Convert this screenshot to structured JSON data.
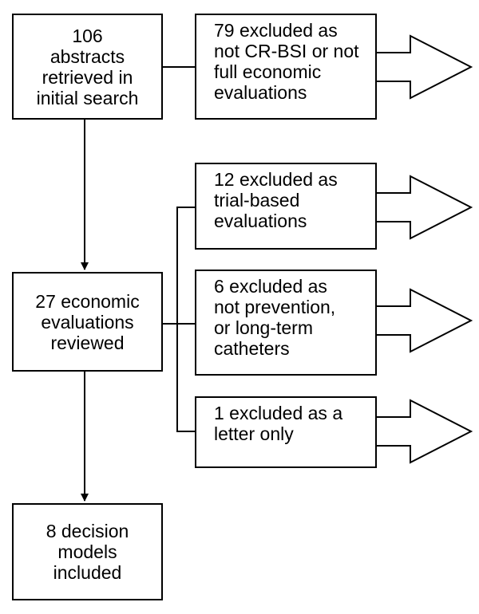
{
  "flowchart": {
    "box_initial_search": {
      "lines": [
        "106",
        "abstracts",
        "retrieved in",
        "initial search"
      ]
    },
    "box_reviewed": {
      "lines": [
        "27 economic",
        "evaluations",
        "reviewed"
      ]
    },
    "box_included": {
      "lines": [
        "8 decision",
        "models",
        "included"
      ]
    },
    "box_excl_not_crbsi": {
      "lines": [
        "79 excluded as",
        "not CR-BSI or not",
        "full economic",
        "evaluations"
      ]
    },
    "box_excl_trial": {
      "lines": [
        "12 excluded as",
        "trial-based",
        "evaluations"
      ]
    },
    "box_excl_not_prevention": {
      "lines": [
        "6 excluded as",
        "not prevention,",
        "or long-term",
        "catheters"
      ]
    },
    "box_excl_letter": {
      "lines": [
        "1 excluded as a",
        "letter only"
      ]
    }
  },
  "colors": {
    "stroke": "#000000",
    "background": "#ffffff"
  }
}
